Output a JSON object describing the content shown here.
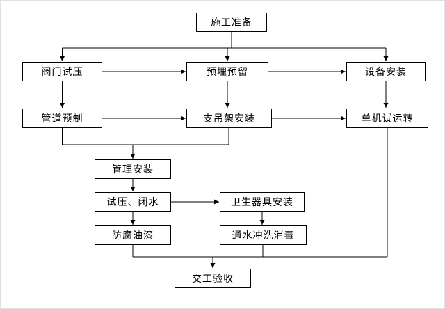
{
  "diagram": {
    "type": "flowchart",
    "nodes": [
      {
        "id": "construction-preparation",
        "label": "施工准备"
      },
      {
        "id": "valve-pressure-test",
        "label": "阀门试压"
      },
      {
        "id": "pre-embed-reserve",
        "label": "预埋预留"
      },
      {
        "id": "equipment-installation",
        "label": "设备安装"
      },
      {
        "id": "pipe-prefabrication",
        "label": "管道预制"
      },
      {
        "id": "support-hanger-installation",
        "label": "支吊架安装"
      },
      {
        "id": "single-machine-test-run",
        "label": "单机试运转"
      },
      {
        "id": "pipe-management-installation",
        "label": "管理安装"
      },
      {
        "id": "pressure-test-water-sealing",
        "label": "试压、闭水"
      },
      {
        "id": "sanitary-ware-installation",
        "label": "卫生器具安装"
      },
      {
        "id": "water-flushing-disinfection",
        "label": "通水冲洗消毒"
      },
      {
        "id": "anti-corrosion-paint",
        "label": "防腐油漆"
      },
      {
        "id": "handover-acceptance",
        "label": "交工验收"
      }
    ],
    "colors": {
      "line": "#000000",
      "box_border": "#000000",
      "box_fill": "#ffffff",
      "text": "#000000",
      "background": "#ffffff"
    }
  }
}
